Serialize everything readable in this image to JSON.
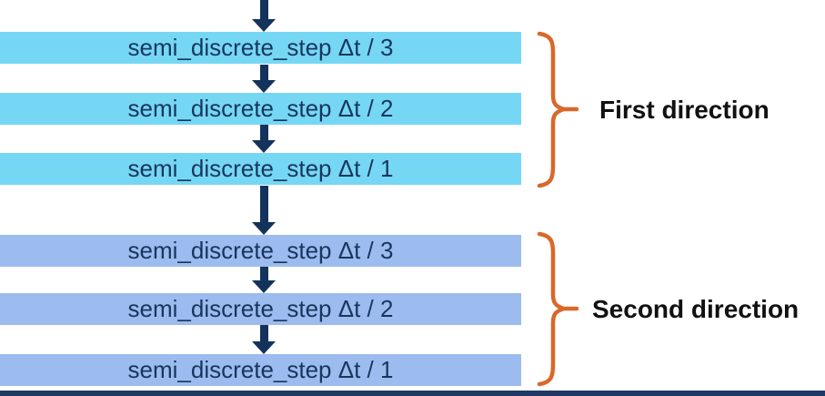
{
  "diagram": {
    "groups": [
      {
        "label": "First direction",
        "steps": [
          "semi_discrete_step Δt / 3",
          "semi_discrete_step Δt / 2",
          "semi_discrete_step Δt / 1"
        ]
      },
      {
        "label": "Second direction",
        "steps": [
          "semi_discrete_step Δt / 3",
          "semi_discrete_step Δt / 2",
          "semi_discrete_step Δt / 1"
        ]
      }
    ],
    "colors": {
      "first_group_box": "#76D7F5",
      "second_group_box": "#9CBCEF",
      "arrow": "#14335C",
      "box_text": "#17365D",
      "brace": "#D9682A",
      "label_text": "#111111",
      "bottom_bar": "#1F3864"
    }
  }
}
